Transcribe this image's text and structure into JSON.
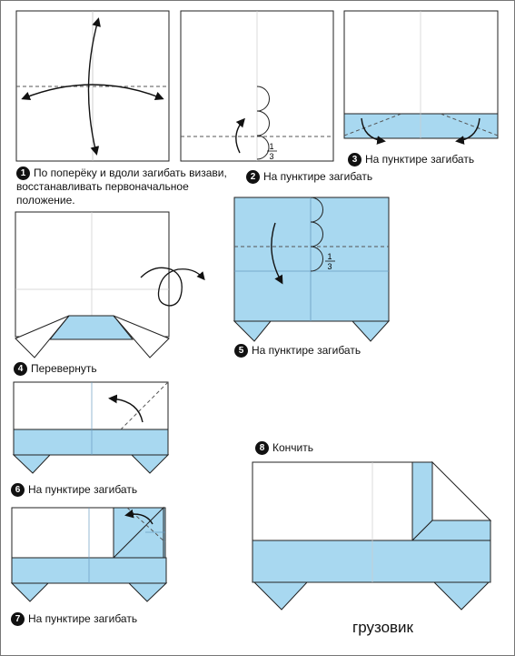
{
  "steps": [
    {
      "number": "1",
      "text": "По поперёку и вдоли загибать визави, восстанавливать первоначальное положение."
    },
    {
      "number": "2",
      "text": "На пунктире загибать"
    },
    {
      "number": "3",
      "text": "На пунктире загибать"
    },
    {
      "number": "4",
      "text": "Перевернуть"
    },
    {
      "number": "5",
      "text": "На пунктире загибать"
    },
    {
      "number": "6",
      "text": "На пунктире загибать"
    },
    {
      "number": "7",
      "text": "На пунктире загибать"
    },
    {
      "number": "8",
      "text": "Кончить"
    }
  ],
  "fractions": {
    "numerator": "1",
    "denominator": "3"
  },
  "title": "грузовик",
  "colors": {
    "paper_blue": "#a8d8f0",
    "outline": "#222222",
    "crease": "#555555"
  }
}
